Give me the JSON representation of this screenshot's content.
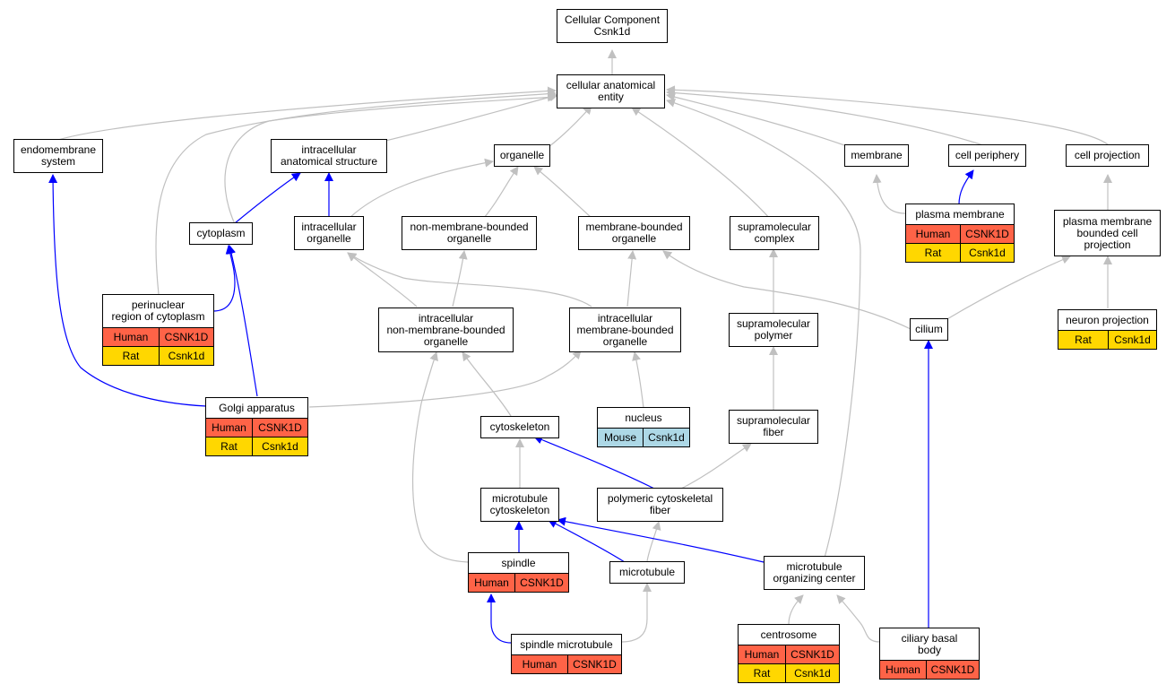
{
  "colors": {
    "gray_edge": "#c0c0c0",
    "blue_edge": "#0000ff",
    "human": "#ff6347",
    "rat": "#ffd700",
    "mouse": "#add8e6"
  },
  "nodes": {
    "root": {
      "label": "Cellular Component\nCsnk1d"
    },
    "cae": {
      "label": "cellular anatomical\nentity"
    },
    "endomembrane": {
      "label": "endomembrane\nsystem"
    },
    "ias": {
      "label": "intracellular\nanatomical structure"
    },
    "organelle": {
      "label": "organelle"
    },
    "membrane": {
      "label": "membrane"
    },
    "cellperiphery": {
      "label": "cell periphery"
    },
    "cellprojection": {
      "label": "cell projection"
    },
    "cytoplasm": {
      "label": "cytoplasm"
    },
    "intraorg": {
      "label": "intracellular\norganelle"
    },
    "nmbo": {
      "label": "non-membrane-bounded\norganelle"
    },
    "mbo": {
      "label": "membrane-bounded\norganelle"
    },
    "supracomplex": {
      "label": "supramolecular\ncomplex"
    },
    "plasmamem": {
      "label": "plasma membrane",
      "ann": [
        [
          "Human",
          "CSNK1D"
        ],
        [
          "Rat",
          "Csnk1d"
        ]
      ]
    },
    "pmbcp": {
      "label": "plasma membrane\nbounded cell\nprojection"
    },
    "perinuclear": {
      "label": "perinuclear\nregion of cytoplasm",
      "ann": [
        [
          "Human",
          "CSNK1D"
        ],
        [
          "Rat",
          "Csnk1d"
        ]
      ]
    },
    "inmbo": {
      "label": "intracellular\nnon-membrane-bounded\norganelle"
    },
    "imbo": {
      "label": "intracellular\nmembrane-bounded\norganelle"
    },
    "suprapolymer": {
      "label": "supramolecular\npolymer"
    },
    "cilium": {
      "label": "cilium"
    },
    "neuronproj": {
      "label": "neuron projection",
      "ann": [
        [
          "Rat",
          "Csnk1d"
        ]
      ]
    },
    "golgi": {
      "label": "Golgi apparatus",
      "ann": [
        [
          "Human",
          "CSNK1D"
        ],
        [
          "Rat",
          "Csnk1d"
        ]
      ]
    },
    "nucleus": {
      "label": "nucleus",
      "ann": [
        [
          "Mouse",
          "Csnk1d"
        ]
      ]
    },
    "cytoskeleton": {
      "label": "cytoskeleton"
    },
    "suprafiber": {
      "label": "supramolecular\nfiber"
    },
    "mtcytoskeleton": {
      "label": "microtubule\ncytoskeleton"
    },
    "polyfiber": {
      "label": "polymeric cytoskeletal\nfiber"
    },
    "spindle": {
      "label": "spindle",
      "ann": [
        [
          "Human",
          "CSNK1D"
        ]
      ]
    },
    "microtubule": {
      "label": "microtubule"
    },
    "mtoc": {
      "label": "microtubule\norganizing center"
    },
    "centrosome": {
      "label": "centrosome",
      "ann": [
        [
          "Human",
          "CSNK1D"
        ],
        [
          "Rat",
          "Csnk1d"
        ]
      ]
    },
    "ciliarybody": {
      "label": "ciliary basal\nbody",
      "ann": [
        [
          "Human",
          "CSNK1D"
        ]
      ]
    },
    "spindlemt": {
      "label": "spindle microtubule",
      "ann": [
        [
          "Human",
          "CSNK1D"
        ]
      ]
    }
  }
}
